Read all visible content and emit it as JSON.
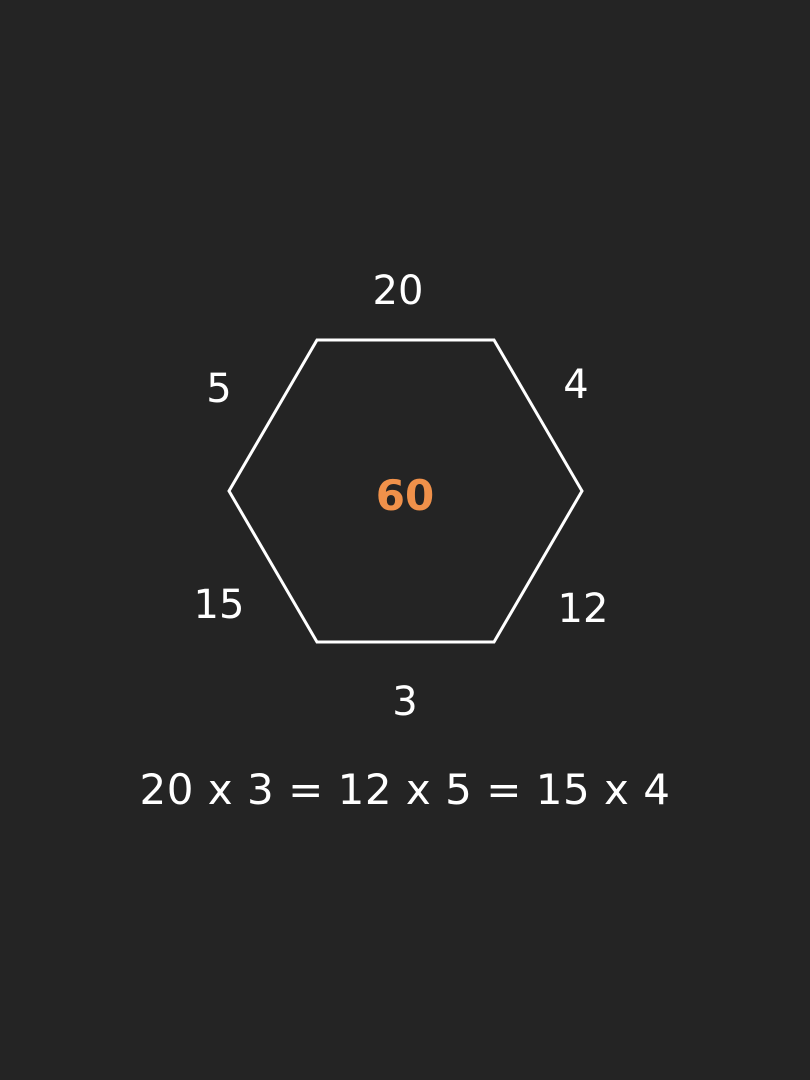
{
  "colors": {
    "background": "#242424",
    "stroke": "#ffffff",
    "text": "#ffffff",
    "accent": "#f0914a"
  },
  "hexagon": {
    "center_value": "60",
    "sides": {
      "top": "20",
      "upper_right": "4",
      "lower_right": "12",
      "bottom": "3",
      "lower_left": "15",
      "upper_left": "5"
    }
  },
  "equation": "20 x 3 = 12 x 5 = 15 x 4"
}
